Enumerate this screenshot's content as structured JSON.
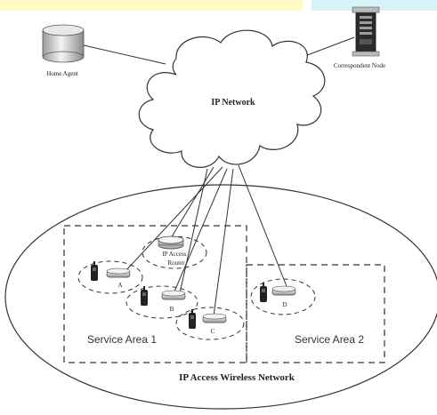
{
  "nodes": {
    "home_agent": {
      "label": "Home Agent",
      "icon": "database-cylinder-icon"
    },
    "correspondent_node": {
      "label": "Correspondent Node",
      "icon": "server-tower-icon"
    },
    "ip_network": {
      "label": "IP Network",
      "icon": "cloud-icon"
    },
    "ip_access_router": {
      "label_line1": "IP Access",
      "label_line2": "Router",
      "icon": "router-icon"
    },
    "router_a": {
      "label": "A",
      "icon": "router-icon"
    },
    "router_b": {
      "label": "B",
      "icon": "router-icon"
    },
    "router_c": {
      "label": "C",
      "icon": "router-icon"
    },
    "router_d": {
      "label": "D",
      "icon": "router-icon"
    }
  },
  "areas": {
    "service_area_1": {
      "label": "Service Area 1"
    },
    "service_area_2": {
      "label": "Service Area 2"
    },
    "wireless_network": {
      "label": "IP Access Wireless Network"
    }
  },
  "colors": {
    "line": "#333333",
    "cloud_fill": "#ffffff",
    "device_fill": "#d9d9d9",
    "phone_fill": "#222222",
    "banner_yellow": "#fff9c4",
    "banner_cyan": "#d8f3f8"
  }
}
